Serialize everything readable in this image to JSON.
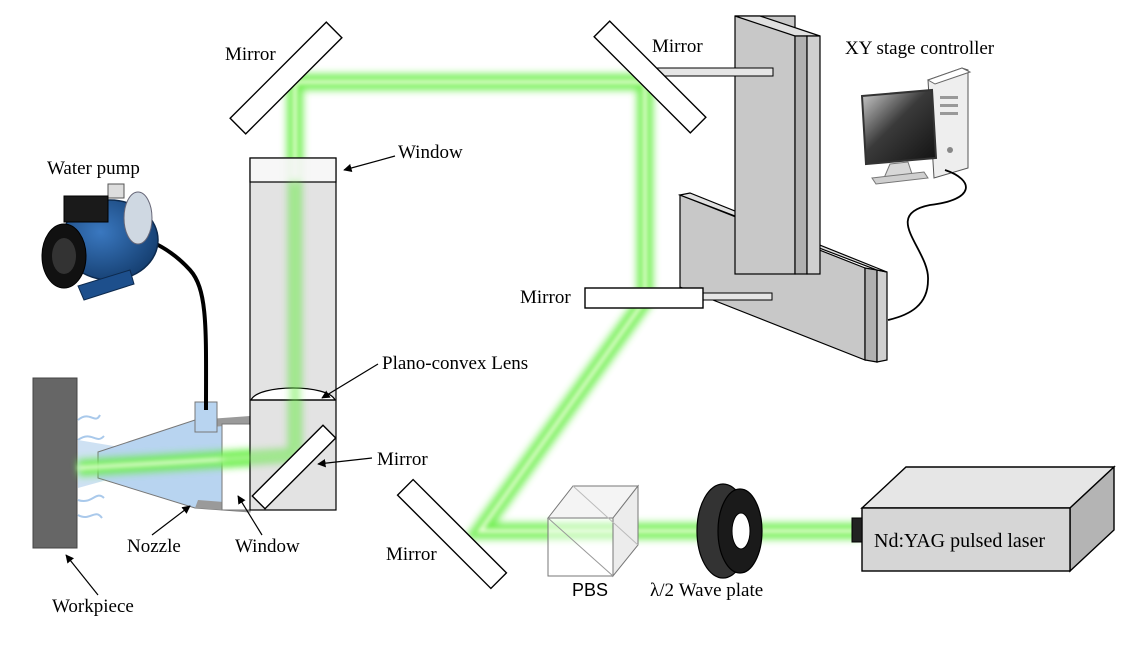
{
  "labels": {
    "mirror_top_left": "Mirror",
    "mirror_top_right": "Mirror",
    "xy_controller": "XY stage controller",
    "window_top": "Window",
    "water_pump": "Water pump",
    "mirror_mid": "Mirror",
    "lens": "Plano-convex Lens",
    "mirror_nozzle": "Mirror",
    "nozzle": "Nozzle",
    "window_bottom": "Window",
    "workpiece": "Workpiece",
    "mirror_bottom": "Mirror",
    "pbs": "PBS",
    "waveplate": "λ/2 Wave plate",
    "laser": "Nd:YAG pulsed laser"
  },
  "colors": {
    "beam": "#66ee44",
    "beam_core": "#eaffd8",
    "cell_gray": "#d9d9d9",
    "stage_gray": "#c8c8c8",
    "workpiece": "#666666",
    "water": "#b8d4f0",
    "pump_blue": "#1d4f8c"
  }
}
